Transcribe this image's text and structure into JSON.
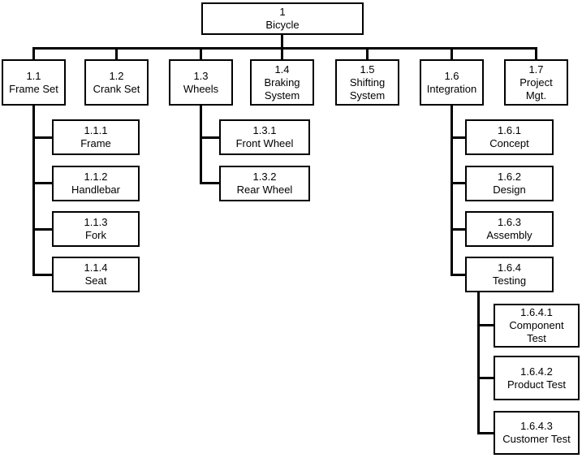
{
  "wbs": {
    "diagram_type": "work-breakdown-structure",
    "colors": {
      "background": "#ffffff",
      "box_fill": "#ffffff",
      "box_border": "#000000",
      "connector_line": "#000000",
      "text": "#000000"
    },
    "root": {
      "code": "1",
      "label": "Bicycle"
    },
    "level2": [
      {
        "code": "1.1",
        "label": "Frame Set"
      },
      {
        "code": "1.2",
        "label": "Crank Set"
      },
      {
        "code": "1.3",
        "label": "Wheels"
      },
      {
        "code": "1.4",
        "label": "Braking System"
      },
      {
        "code": "1.5",
        "label": "Shifting System"
      },
      {
        "code": "1.6",
        "label": "Integration"
      },
      {
        "code": "1.7",
        "label": "Project Mgt."
      }
    ],
    "frame_set_children": [
      {
        "code": "1.1.1",
        "label": "Frame"
      },
      {
        "code": "1.1.2",
        "label": "Handlebar"
      },
      {
        "code": "1.1.3",
        "label": "Fork"
      },
      {
        "code": "1.1.4",
        "label": "Seat"
      }
    ],
    "wheels_children": [
      {
        "code": "1.3.1",
        "label": "Front Wheel"
      },
      {
        "code": "1.3.2",
        "label": "Rear Wheel"
      }
    ],
    "integration_children": [
      {
        "code": "1.6.1",
        "label": "Concept"
      },
      {
        "code": "1.6.2",
        "label": "Design"
      },
      {
        "code": "1.6.3",
        "label": "Assembly"
      },
      {
        "code": "1.6.4",
        "label": "Testing"
      }
    ],
    "testing_children": [
      {
        "code": "1.6.4.1",
        "label": "Component Test"
      },
      {
        "code": "1.6.4.2",
        "label": "Product Test"
      },
      {
        "code": "1.6.4.3",
        "label": "Customer Test"
      }
    ]
  }
}
